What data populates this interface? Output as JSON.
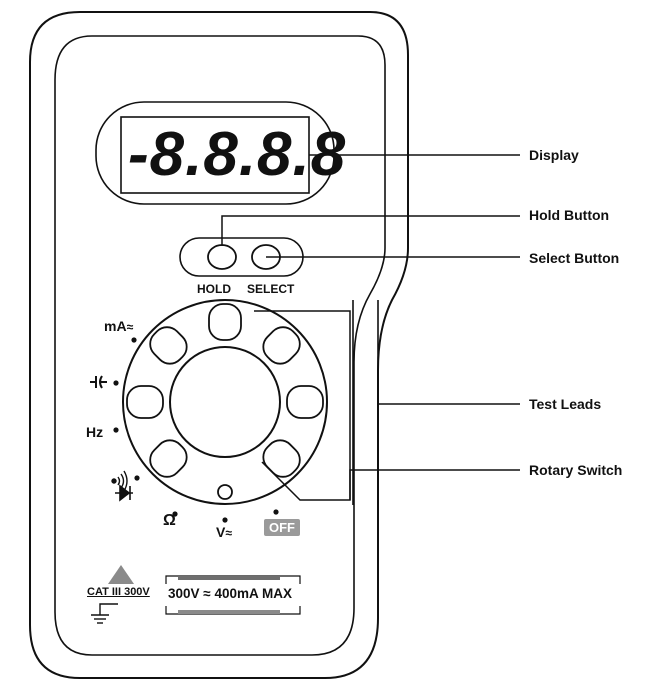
{
  "display": {
    "readout": "-8.8.8.8"
  },
  "buttons": {
    "hold": "HOLD",
    "select": "SELECT"
  },
  "callouts": {
    "display": "Display",
    "hold_button": "Hold Button",
    "select_button": "Select Button",
    "test_leads": "Test Leads",
    "rotary_switch": "Rotary Switch"
  },
  "dial": {
    "ma": "mA",
    "capacitance": "-|(-",
    "hz": "Hz",
    "ohm": "Ω",
    "volt": "V",
    "ac_dc_mark": "≈",
    "off": "OFF"
  },
  "rating": {
    "category": "CAT III 300V",
    "max": "300V ≈ 400mA MAX"
  },
  "colors": {
    "outline": "#111111",
    "grey": "#8a8a8a",
    "lead_grey": "#6e6e6e"
  },
  "icons": [
    "warning-triangle-icon",
    "ground-icon",
    "diode-icon",
    "continuity-icon",
    "capacitor-icon"
  ]
}
